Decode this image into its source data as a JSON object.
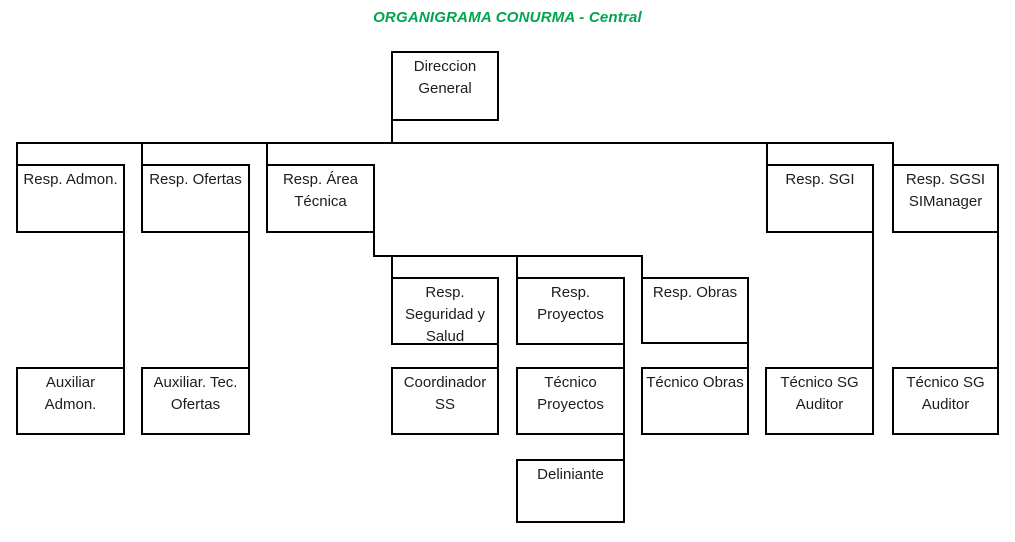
{
  "title": {
    "text": "ORGANIGRAMA CONURMA - Central"
  },
  "colors": {
    "title": "#00A550",
    "box_border": "#000000",
    "box_text": "#1C1C1C",
    "connector": "#000000",
    "background": "#FFFFFF"
  },
  "nodes": {
    "direccion_general": {
      "label": "Direccion\nGeneral"
    },
    "resp_admon": {
      "label": "Resp. Admon."
    },
    "resp_ofertas": {
      "label": "Resp. Ofertas"
    },
    "resp_area_tecnica": {
      "label": "Resp. Área\nTécnica"
    },
    "resp_sgi": {
      "label": "Resp. SGI"
    },
    "resp_sgsi_simanager": {
      "label": "Resp. SGSI\nSIManager"
    },
    "resp_seguridad_salud": {
      "label": "Resp.\nSeguridad y\nSalud"
    },
    "resp_proyectos": {
      "label": "Resp.\nProyectos"
    },
    "resp_obras": {
      "label": "Resp. Obras"
    },
    "auxiliar_admon": {
      "label": "Auxiliar\nAdmon."
    },
    "auxiliar_tec_ofertas": {
      "label": "Auxiliar. Tec.\nOfertas"
    },
    "coordinador_ss": {
      "label": "Coordinador\nSS"
    },
    "tecnico_proyectos": {
      "label": "Técnico\nProyectos"
    },
    "tecnico_obras": {
      "label": "Técnico Obras"
    },
    "tecnico_sg_auditor_sgi": {
      "label": "Técnico SG\nAuditor"
    },
    "tecnico_sg_auditor_sgsi": {
      "label": "Técnico SG\nAuditor"
    },
    "deliniante": {
      "label": "Deliniante"
    }
  },
  "hierarchy": {
    "Direccion General": [
      "Resp. Admon.",
      "Resp. Ofertas",
      "Resp. Área Técnica",
      "Resp. SGI",
      "Resp. SGSI SIManager"
    ],
    "Resp. Admon.": [
      "Auxiliar Admon."
    ],
    "Resp. Ofertas": [
      "Auxiliar. Tec. Ofertas"
    ],
    "Resp. Área Técnica": [
      "Resp. Seguridad y Salud",
      "Resp. Proyectos",
      "Resp. Obras"
    ],
    "Resp. Seguridad y Salud": [
      "Coordinador SS"
    ],
    "Resp. Proyectos": [
      "Técnico Proyectos"
    ],
    "Resp. Obras": [
      "Técnico Obras"
    ],
    "Resp. SGI": [
      "Técnico SG Auditor"
    ],
    "Resp. SGSI SIManager": [
      "Técnico SG Auditor"
    ],
    "Técnico Proyectos": [
      "Deliniante"
    ]
  }
}
